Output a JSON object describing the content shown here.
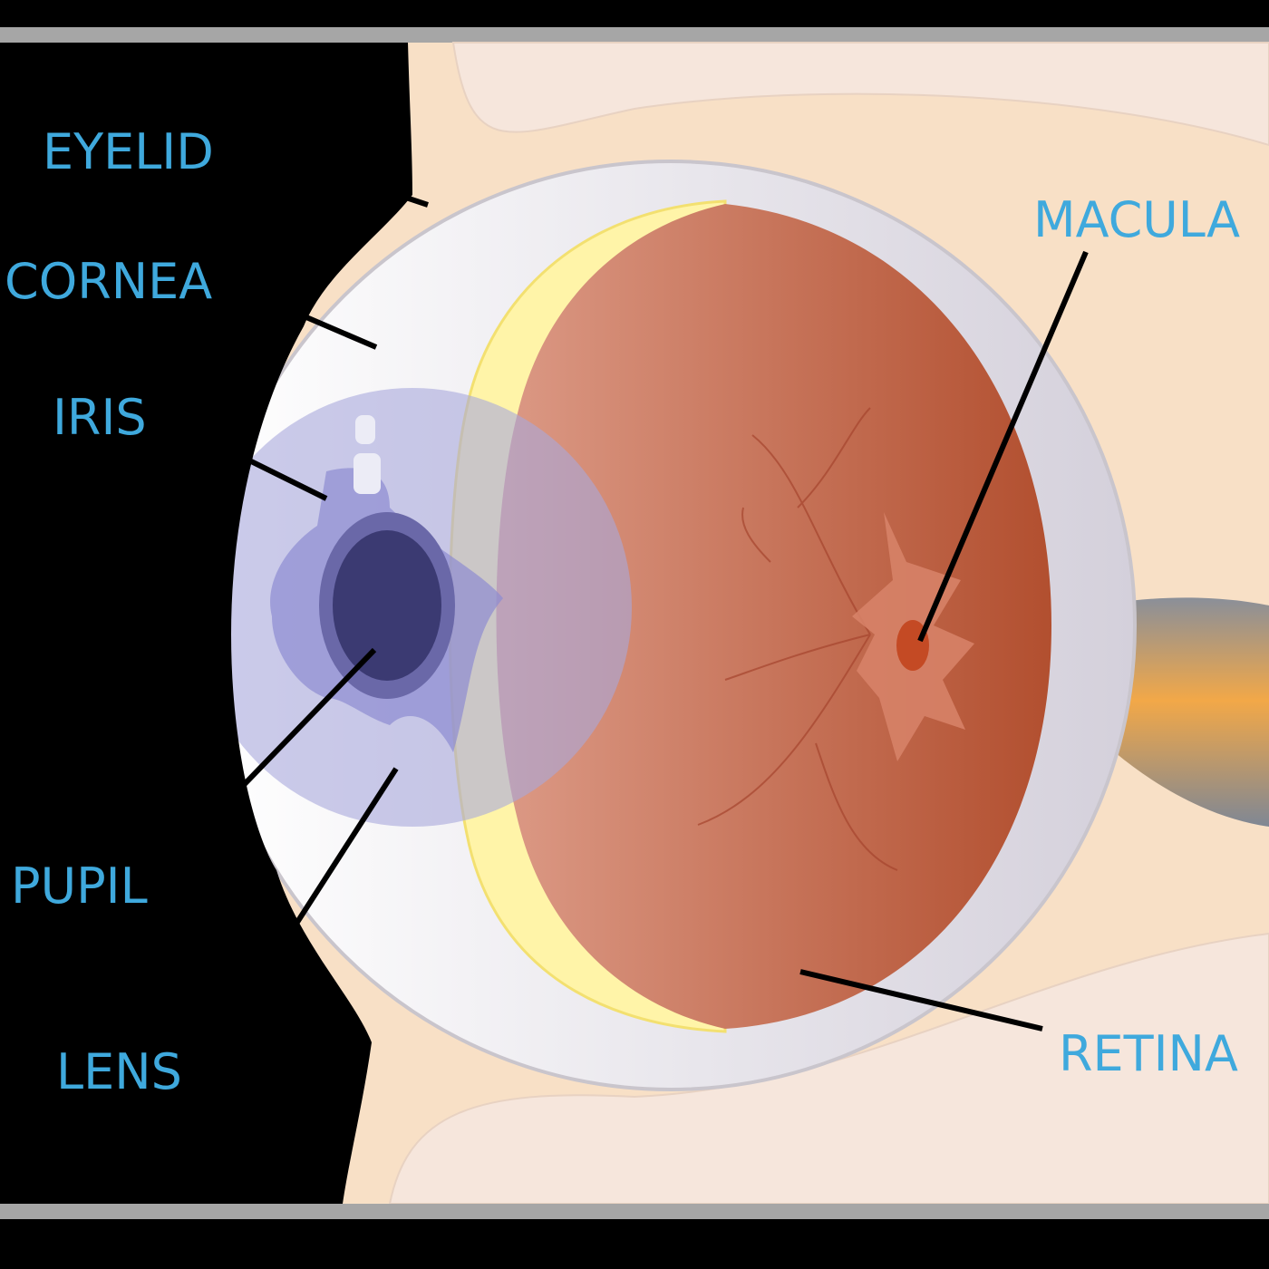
{
  "labels": {
    "eyelid": "EYELID",
    "cornea": "CORNEA",
    "iris": "IRIS",
    "pupil": "PUPIL",
    "lens": "LENS",
    "macula": "MACULA",
    "retina": "RETINA"
  },
  "colors": {
    "label": "#3fa9dd",
    "skin": "#f8e0c6",
    "sclera": "#e8e6ec",
    "retina": "#c8654a",
    "iris": "#a9a8dc",
    "pupil": "#3b3a72",
    "frame": "#a6a6a6"
  }
}
